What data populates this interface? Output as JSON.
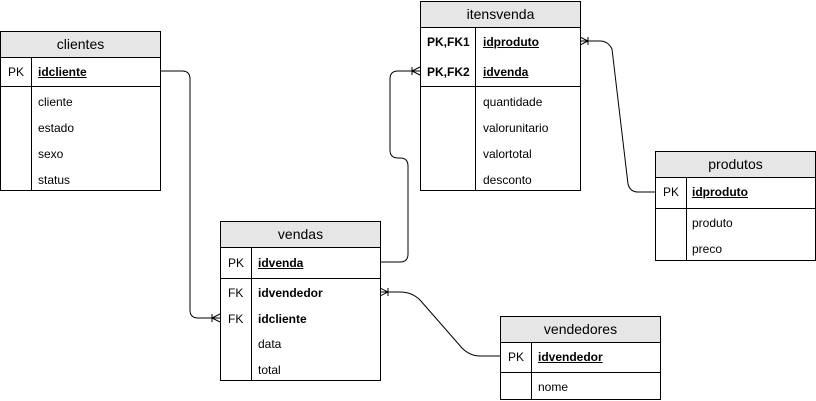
{
  "tables": {
    "clientes": {
      "title": "clientes",
      "pk_key": "PK",
      "pk_field": "idcliente",
      "fields": [
        "cliente",
        "estado",
        "sexo",
        "status"
      ]
    },
    "itensvenda": {
      "title": "itensvenda",
      "key1": "PK,FK1",
      "field1": "idproduto",
      "key2": "PK,FK2",
      "field2": "idvenda",
      "fields": [
        "quantidade",
        "valorunitario",
        "valortotal",
        "desconto"
      ]
    },
    "produtos": {
      "title": "produtos",
      "pk_key": "PK",
      "pk_field": "idproduto",
      "fields": [
        "produto",
        "preco"
      ]
    },
    "vendas": {
      "title": "vendas",
      "pk_key": "PK",
      "pk_field": "idvenda",
      "fk1_key": "FK",
      "fk1_field": "idvendedor",
      "fk2_key": "FK",
      "fk2_field": "idcliente",
      "fields": [
        "data",
        "total"
      ]
    },
    "vendedores": {
      "title": "vendedores",
      "pk_key": "PK",
      "pk_field": "idvendedor",
      "fields": [
        "nome"
      ]
    }
  },
  "colors": {
    "header_fill": "#e6e6e6",
    "stroke": "#000000"
  }
}
